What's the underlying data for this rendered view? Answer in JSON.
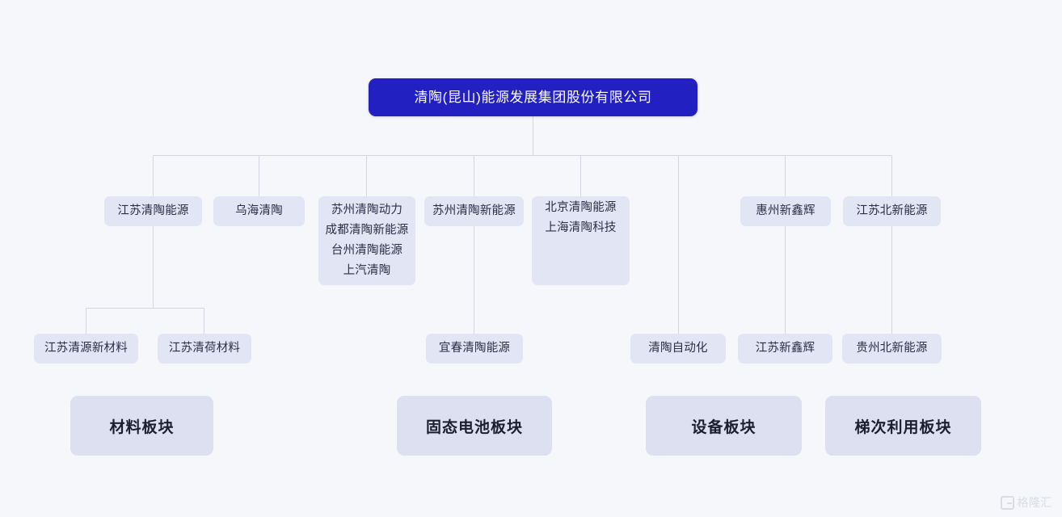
{
  "page": {
    "background_color": "#f6f7fa",
    "line_color": "#d3d6e0",
    "node_fill": "#e2e5f4",
    "node_text_color": "#2b2f44",
    "root_fill": "#2320c2",
    "root_text_color": "#ffffff",
    "sector_fill": "#dde0f1",
    "sector_text_color": "#1b1e2e"
  },
  "root": {
    "label": "清陶(昆山)能源发展集团股份有限公司"
  },
  "level2": [
    {
      "id": "jiangsu-qingtao-energy",
      "lines": [
        "江苏清陶能源"
      ]
    },
    {
      "id": "wuhai-qingtao",
      "lines": [
        "乌海清陶"
      ]
    },
    {
      "id": "suzhou-qingtao-power",
      "lines": [
        "苏州清陶动力",
        "成都清陶新能源",
        "台州清陶能源",
        "上汽清陶"
      ]
    },
    {
      "id": "suzhou-qingtao-new-energy",
      "lines": [
        "苏州清陶新能源"
      ]
    },
    {
      "id": "beijing-qingtao-energy",
      "lines": [
        "北京清陶能源",
        "上海清陶科技"
      ]
    },
    {
      "id": "huizhou-xinxinhui",
      "lines": [
        "惠州新鑫辉"
      ]
    },
    {
      "id": "jiangsu-beixin-energy",
      "lines": [
        "江苏北新能源"
      ]
    }
  ],
  "level3": [
    {
      "id": "jiangsu-qingyuan-materials",
      "lines": [
        "江苏清源新材料"
      ]
    },
    {
      "id": "jiangsu-qinghe-materials",
      "lines": [
        "江苏清荷材料"
      ]
    },
    {
      "id": "yichun-qingtao-energy",
      "lines": [
        "宜春清陶能源"
      ]
    },
    {
      "id": "qingtao-automation",
      "lines": [
        "清陶自动化"
      ]
    },
    {
      "id": "jiangsu-xinxinhui",
      "lines": [
        "江苏新鑫辉"
      ]
    },
    {
      "id": "guizhou-beixin-energy",
      "lines": [
        "贵州北新能源"
      ]
    }
  ],
  "sectors": [
    {
      "id": "materials-sector",
      "label": "材料板块"
    },
    {
      "id": "solid-state-battery-sector",
      "label": "固态电池板块"
    },
    {
      "id": "equipment-sector",
      "label": "设备板块"
    },
    {
      "id": "cascade-utilization-sector",
      "label": "梯次利用板块"
    }
  ],
  "watermark": {
    "text": "格隆汇",
    "mark": "glh-logo-icon"
  }
}
